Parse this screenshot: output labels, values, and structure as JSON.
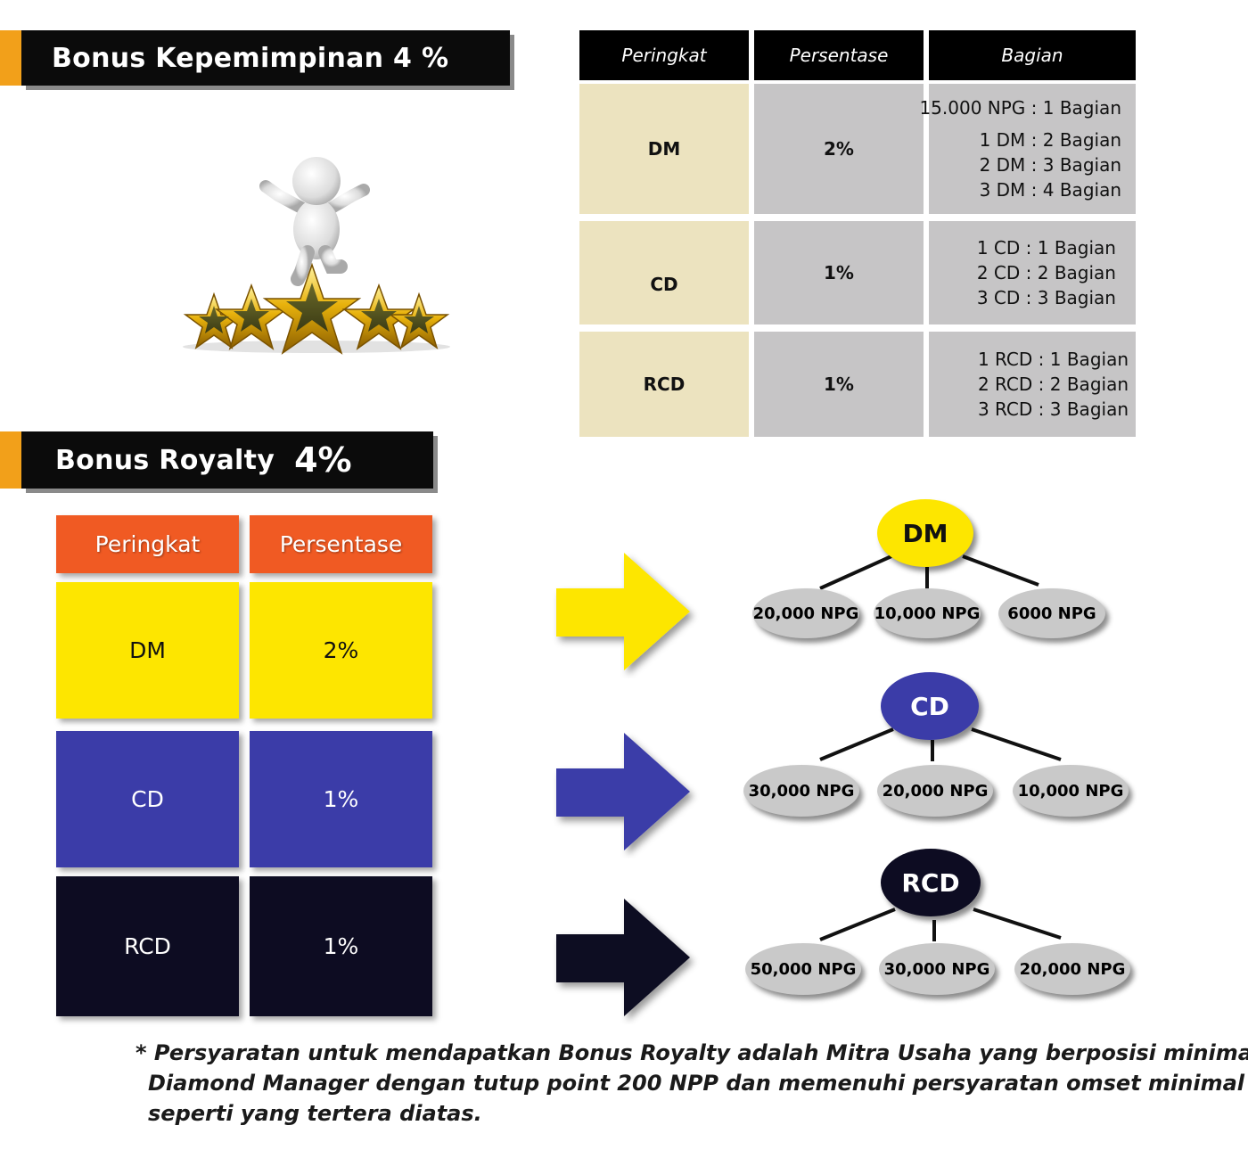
{
  "leadership": {
    "title": "Bonus Kepemimpinan 4 %",
    "table": {
      "headers": [
        "Peringkat",
        "Persentase",
        "Bagian"
      ],
      "rows": [
        {
          "rank": "DM",
          "percent": "2%",
          "shares": [
            "15.000 NPG : 1 Bagian",
            "1 DM : 2 Bagian",
            "2 DM : 3 Bagian",
            "3 DM : 4 Bagian"
          ]
        },
        {
          "rank": "CD",
          "percent": "1%",
          "shares": [
            "1 CD : 1 Bagian",
            "2 CD : 2 Bagian",
            "3 CD : 3 Bagian"
          ]
        },
        {
          "rank": "RCD",
          "percent": "1%",
          "shares": [
            "1 RCD : 1 Bagian",
            "2 RCD : 2 Bagian",
            "3 RCD : 3 Bagian"
          ]
        }
      ]
    }
  },
  "royalty": {
    "title": "Bonus Royalty",
    "title_value": "4%",
    "table": {
      "headers": [
        "Peringkat",
        "Persentase"
      ],
      "rows": [
        {
          "rank": "DM",
          "percent": "2%",
          "color": "#fde600",
          "text_color": "#111111"
        },
        {
          "rank": "CD",
          "percent": "1%",
          "color": "#3b3ca8",
          "text_color": "#ffffff"
        },
        {
          "rank": "RCD",
          "percent": "1%",
          "color": "#0d0c22",
          "text_color": "#ffffff"
        }
      ]
    },
    "trees": [
      {
        "root": "DM",
        "color": "#fde600",
        "text_color": "#111111",
        "children": [
          "20,000 NPG",
          "10,000 NPG",
          "6000 NPG"
        ]
      },
      {
        "root": "CD",
        "color": "#3b3ca8",
        "text_color": "#ffffff",
        "children": [
          "30,000 NPG",
          "20,000 NPG",
          "10,000 NPG"
        ]
      },
      {
        "root": "RCD",
        "color": "#0d0c22",
        "text_color": "#ffffff",
        "children": [
          "50,000 NPG",
          "30,000 NPG",
          "20,000 NPG"
        ]
      }
    ]
  },
  "footnote": {
    "lines": [
      "* Persyaratan untuk mendapatkan Bonus Royalty adalah Mitra Usaha yang berposisi minimal",
      "Diamond Manager  dengan tutup point  200 NPP dan memenuhi persyaratan omset minimal",
      "seperti yang tertera diatas."
    ]
  },
  "colors": {
    "accent_orange": "#f2a01a",
    "header_orange": "#f05a23",
    "cream": "#ece3bf",
    "gray": "#c6c5c6",
    "star_gold": "#e8b20c"
  },
  "icons": {
    "illustration": "figure-jumping-on-stars-icon",
    "arrow": "arrow-right-icon"
  }
}
